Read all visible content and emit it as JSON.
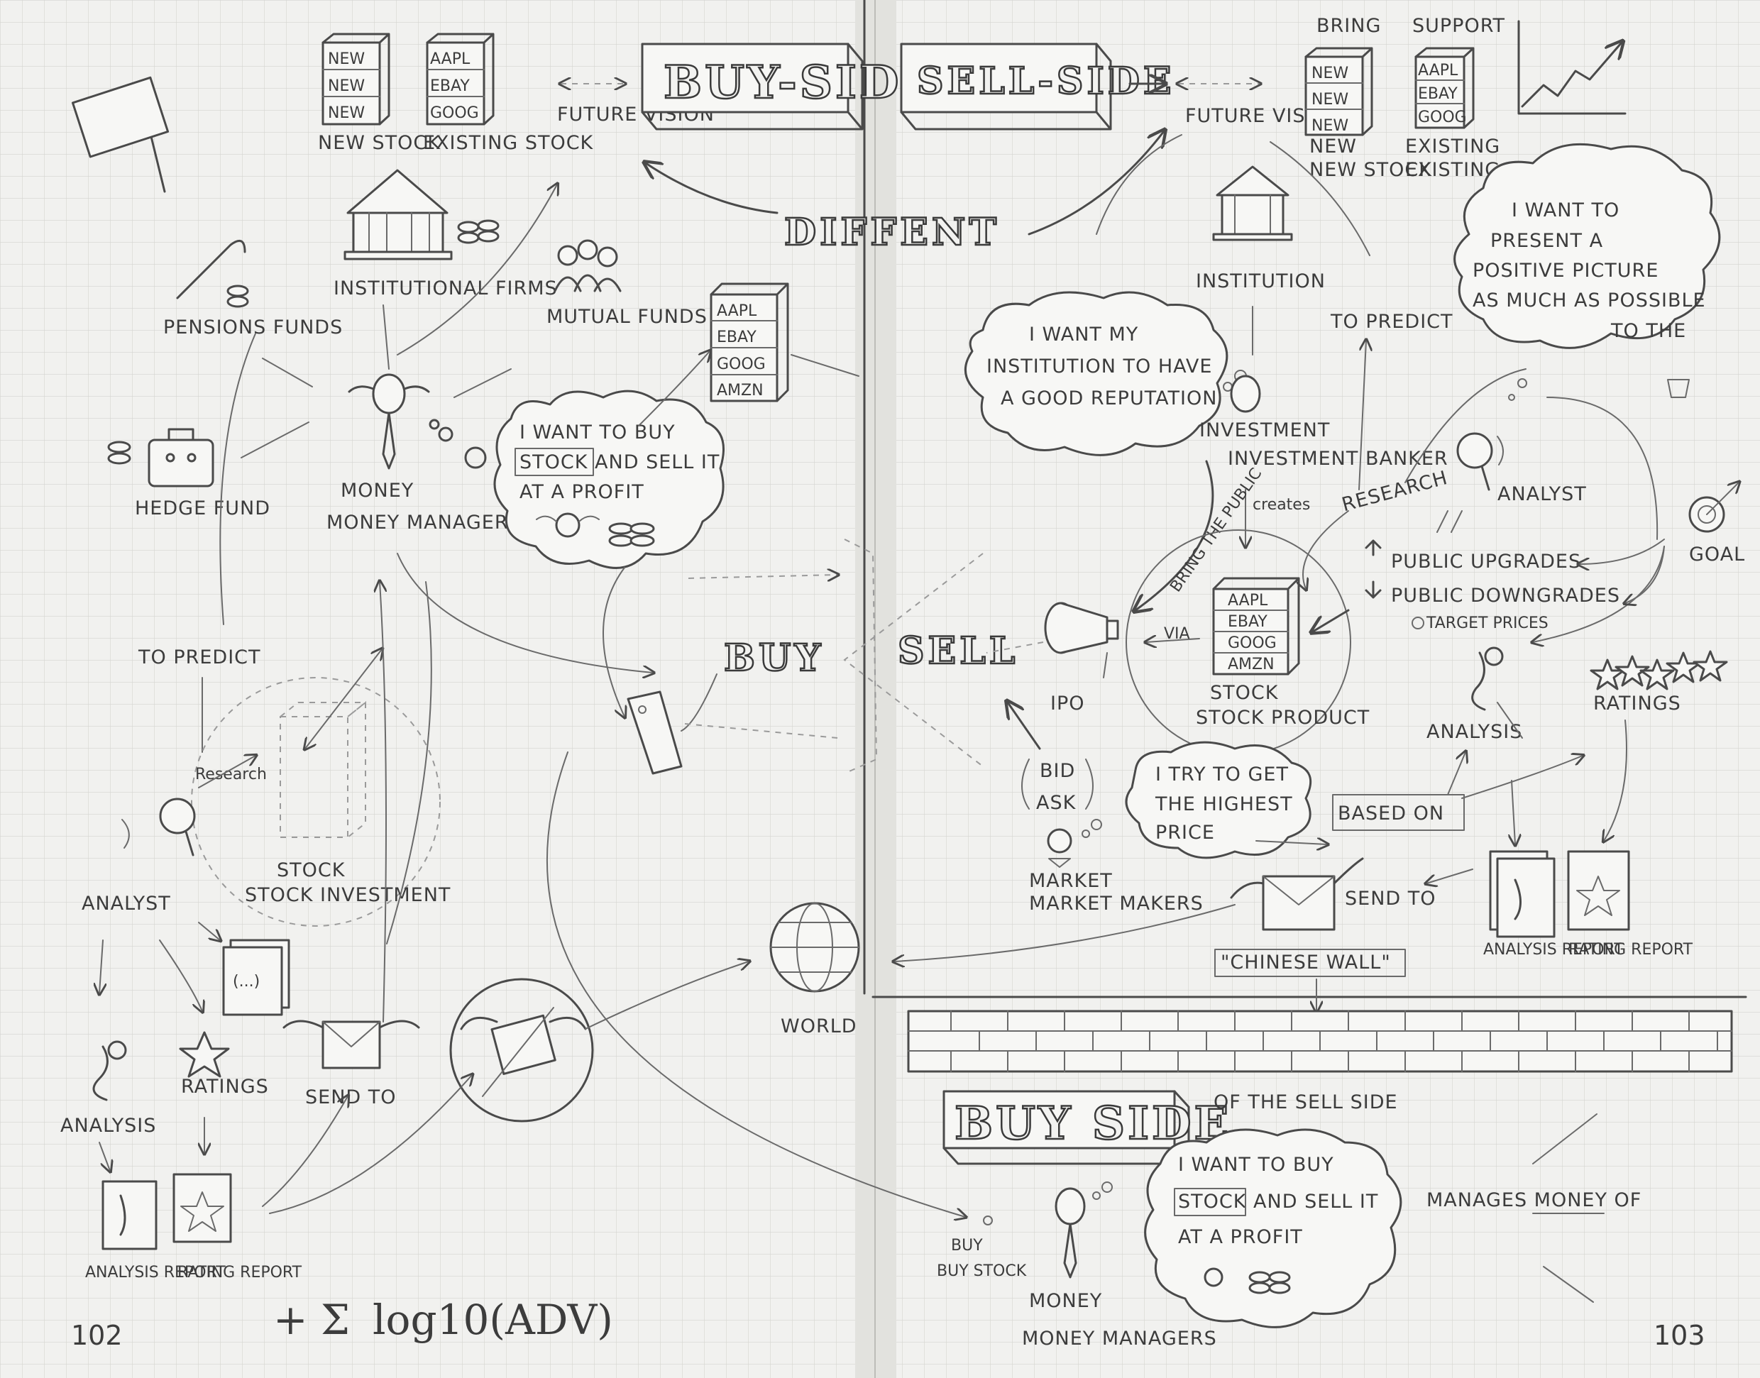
{
  "headers": {
    "buy_side": "BUY-SIDE",
    "sell_side": "SELL-SIDE",
    "different": "DIFFENT",
    "buy": "BUY",
    "sell": "SELL",
    "buy_side_bottom": "BUY SIDE",
    "of_the_sell_side": "OF THE SELL SIDE"
  },
  "left": {
    "new_stock_items": [
      "NEW",
      "NEW",
      "NEW"
    ],
    "new_stock": "NEW STOCK",
    "existing_stock_items": [
      "AAPL",
      "EBAY",
      "GOOG"
    ],
    "existing_stock": "EXISTING STOCK",
    "future_vision": "FUTURE VISION",
    "institutional_firms": "INSTITUTIONAL FIRMS",
    "pensions_funds": "PENSIONS FUNDS",
    "hedge_fund": "HEDGE FUND",
    "mutual_funds": "MUTUAL FUNDS",
    "stack_items": [
      "AAPL",
      "EBAY",
      "GOOG",
      "AMZN"
    ],
    "money_managers": "MONEY MANAGERS",
    "thought_lines": [
      "I WANT TO BUY",
      "STOCK AND SELL IT",
      "AT A PROFIT"
    ],
    "to_predict": "TO PREDICT",
    "research": "Research",
    "analyst": "ANALYST",
    "stock_investment": "STOCK INVESTMENT",
    "placeholder": "(...)",
    "analysis": "ANALYSIS",
    "ratings": "RATINGS",
    "send_to": "SEND TO",
    "analysis_report": "ANALYSIS REPORT",
    "rating_report": "RATING REPORT",
    "world": "WORLD",
    "page_number": "102",
    "formula": "log10(ADV)"
  },
  "right": {
    "bring": "BRING",
    "support": "SUPPORT",
    "new_stock_items": [
      "NEW",
      "NEW",
      "NEW"
    ],
    "new_stock": "NEW STOCK",
    "existing_stock_items": [
      "AAPL",
      "EBAY",
      "GOOG"
    ],
    "existing_stock": "EXISTING STOCK",
    "future_vision": "FUTURE VISION",
    "institution": "INSTITUTION",
    "to_predict": "TO PREDICT",
    "banker_thought": [
      "I WANT MY",
      "INSTITUTION TO HAVE",
      "A GOOD REPUTATION"
    ],
    "analyst_thought": [
      "I WANT TO",
      "PRESENT A",
      "POSITIVE PICTURE",
      "AS MUCH AS POSSIBLE",
      "TO THE"
    ],
    "investment_banker": "INVESTMENT BANKER",
    "creates": "creates",
    "bring_public": "BRING THE PUBLIC",
    "research": "RESEARCH",
    "analyst": "ANALYST",
    "goal": "GOAL",
    "public_upgrades": "PUBLIC UPGRADES",
    "public_downgrades": "PUBLIC DOWNGRADES",
    "target_prices": "TARGET PRICES",
    "via": "VIA",
    "ipo": "IPO",
    "stock_items": [
      "AAPL",
      "EBAY",
      "GOOG",
      "AMZN"
    ],
    "stock_product": "STOCK PRODUCT",
    "analysis": "ANALYSIS",
    "ratings": "RATINGS",
    "bid": "BID",
    "ask": "ASK",
    "mm_thought": [
      "I TRY TO GET",
      "THE HIGHEST",
      "PRICE"
    ],
    "based_on": "BASED ON",
    "market_makers": "MARKET MAKERS",
    "send_to": "SEND TO",
    "analysis_report": "ANALYSIS REPORT",
    "rating_report": "RATING REPORT",
    "chinese_wall": "\"CHINESE WALL\"",
    "buy_stock": "BUY STOCK",
    "money_managers": "MONEY MANAGERS",
    "bottom_thought": [
      "I WANT TO BUY",
      "STOCK AND SELL IT",
      "AT A PROFIT"
    ],
    "manages_money_of": "MANAGES MONEY OF",
    "page_number": "103"
  }
}
